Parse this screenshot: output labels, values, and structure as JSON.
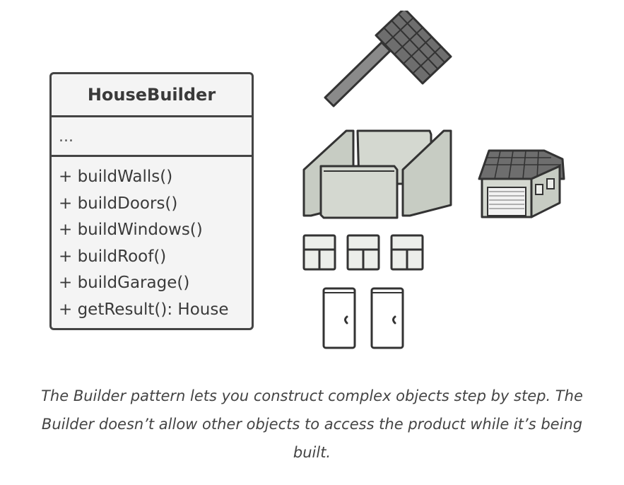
{
  "class_box": {
    "name": "HouseBuilder",
    "fields": "...",
    "methods": [
      "+ buildWalls()",
      "+ buildDoors()",
      "+ buildWindows()",
      "+ buildRoof()",
      "+ buildGarage()",
      "+ getResult(): House"
    ]
  },
  "illustration": {
    "parts": [
      "roof-icon",
      "walls-icon",
      "garage-icon",
      "window-icon",
      "door-icon"
    ],
    "colors": {
      "outline": "#333333",
      "roof": "#6e6e6e",
      "wall": "#d4d8d0",
      "wall_side": "#c7ccc3",
      "window": "#eceeea"
    }
  },
  "caption": "The Builder pattern lets you construct complex objects step by step. The Builder doesn’t allow other objects to access the product while it’s being built."
}
